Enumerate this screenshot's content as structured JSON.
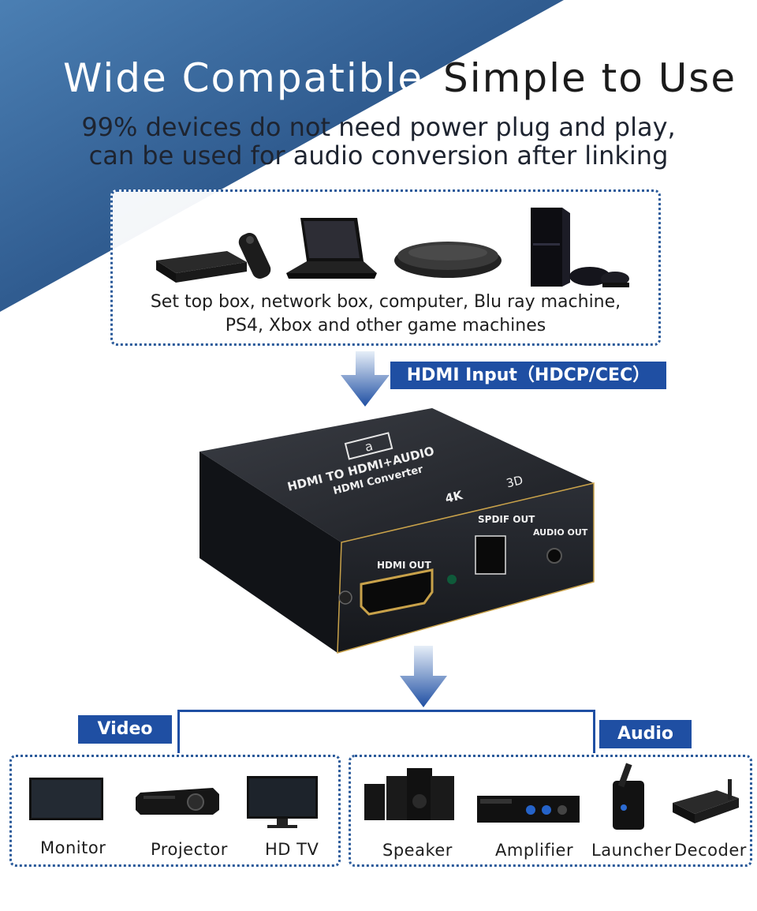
{
  "header": {
    "title_left": "Wide Compatible",
    "title_right": "Simple to Use",
    "subtitle_line1": "99%  devices do not need power plug and play,",
    "subtitle_line2": "can be used for audio conversion after linking"
  },
  "sources": {
    "caption_line1": "Set top box, network box, computer, Blu ray machine,",
    "caption_line2": "PS4, Xbox and other game machines",
    "icons": [
      "set-top-box-icon",
      "laptop-icon",
      "network-box-icon",
      "game-console-icon"
    ]
  },
  "input_label": "HDMI Input（HDCP/CEC）",
  "device": {
    "brand_mark": "a",
    "top_line1": "HDMI TO HDMI+AUDIO",
    "top_line2": "HDMI Converter",
    "badge_4k": "4K",
    "badge_3d": "3D",
    "port_hdmi_out": "HDMI OUT",
    "port_spdif_out": "SPDIF OUT",
    "port_audio_out": "AUDIO OUT"
  },
  "outputs": {
    "video_label": "Video",
    "audio_label": "Audio",
    "video_devices": [
      "Monitor",
      "Projector",
      "HD TV"
    ],
    "audio_devices": [
      "Speaker",
      "Amplifier",
      "Launcher",
      "Decoder"
    ]
  },
  "colors": {
    "accent_blue": "#1f4fa3",
    "background_blue_dark": "#1e3f6e",
    "background_blue_light": "#4b7fb3"
  }
}
